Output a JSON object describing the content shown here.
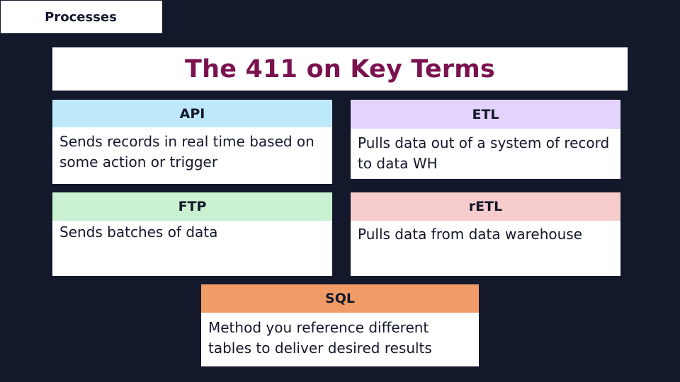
{
  "section_tag": "Processes",
  "title": "The 411 on Key Terms",
  "colors": {
    "background": "#13182b",
    "title": "#7a1250",
    "api": "#bde9fb",
    "etl": "#e3d3fd",
    "ftp": "#c9f0d0",
    "retl": "#f7cccc",
    "sql": "#f19c67"
  },
  "cards": {
    "api": {
      "term": "API",
      "definition": "Sends records in real time based on some action or trigger"
    },
    "etl": {
      "term": "ETL",
      "definition": "Pulls data out of a system of record to data WH"
    },
    "ftp": {
      "term": "FTP",
      "definition": "Sends batches of data"
    },
    "retl": {
      "term": "rETL",
      "definition": "Pulls data from data warehouse"
    },
    "sql": {
      "term": "SQL",
      "definition": "Method you reference different tables to deliver desired results"
    }
  }
}
